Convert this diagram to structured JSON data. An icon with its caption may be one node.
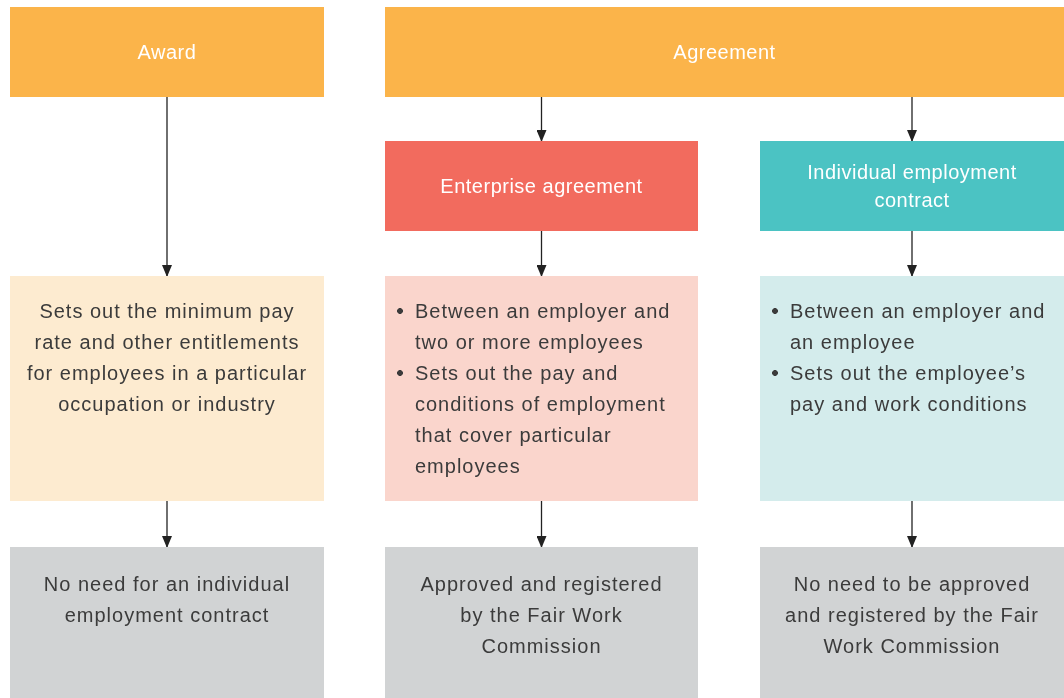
{
  "diagram": {
    "nodes": [
      {
        "text": [
          "Award"
        ]
      },
      {
        "text": [
          "Agreement"
        ]
      },
      {
        "text": [
          "Enterprise agreement"
        ]
      },
      {
        "text": [
          "Individual employment contract"
        ]
      },
      {
        "text": [
          "Sets out the minimum pay rate and other entitlements for employees in a particular occupation or industry"
        ]
      },
      {
        "text": [
          "Between an employer and two or more employees",
          "Sets out the pay and conditions of employment that cover particular employees"
        ]
      },
      {
        "text": [
          "Between an employer and an employee",
          "Sets out the employee’s pay and work conditions"
        ]
      },
      {
        "text": [
          "No need for an individual employment contract"
        ]
      },
      {
        "text": [
          "Approved and registered by the Fair Work Commission"
        ]
      },
      {
        "text": [
          "No need to be approved and registered by the Fair Work Commission"
        ]
      }
    ],
    "edges": [
      {
        "from": 0,
        "to": 4,
        "arrow": "to"
      },
      {
        "from": 1,
        "to": 2,
        "arrow": "to"
      },
      {
        "from": 1,
        "to": 3,
        "arrow": "to"
      },
      {
        "from": 2,
        "to": 5,
        "arrow": "to"
      },
      {
        "from": 3,
        "to": 6,
        "arrow": "to"
      },
      {
        "from": 4,
        "to": 7,
        "arrow": "to"
      },
      {
        "from": 5,
        "to": 8,
        "arrow": "to"
      },
      {
        "from": 6,
        "to": 9,
        "arrow": "to"
      }
    ]
  }
}
